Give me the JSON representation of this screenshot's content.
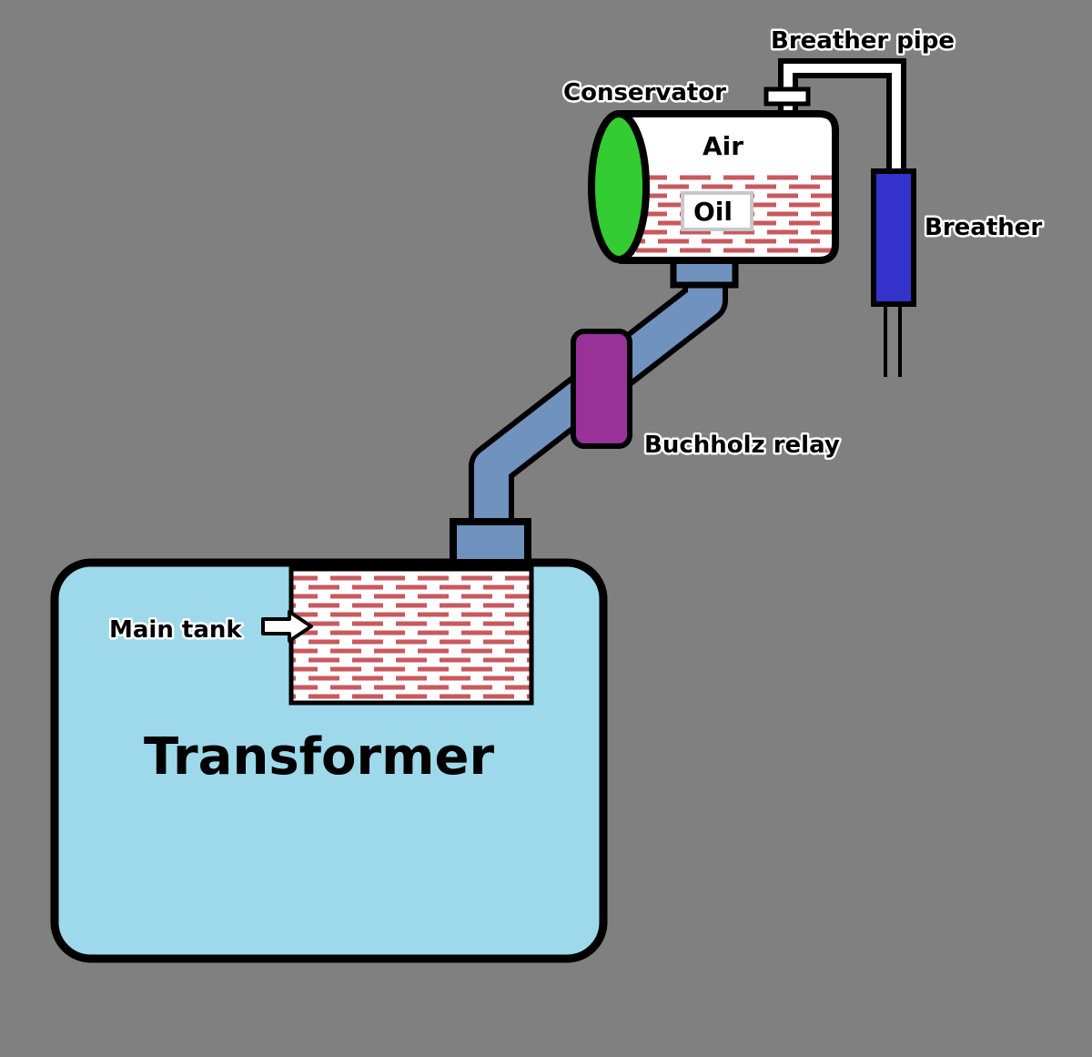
{
  "labels": {
    "breather_pipe": "Breather pipe",
    "conservator": "Conservator",
    "air": "Air",
    "oil": "Oil",
    "breather": "Breather",
    "buchholz_relay": "Buchholz relay",
    "main_tank": "Main tank",
    "transformer": "Transformer"
  },
  "colors": {
    "background": "#808080",
    "transformer_body": "#9dd9ea",
    "oil_hatch": "#c8595f",
    "conservator_end": "#33cc33",
    "breather": "#3333cc",
    "buchholz_relay": "#993399",
    "pipe": "#7092be",
    "outline": "#000000"
  },
  "icons": {
    "main_tank_pointer": "arrow-right-icon"
  }
}
